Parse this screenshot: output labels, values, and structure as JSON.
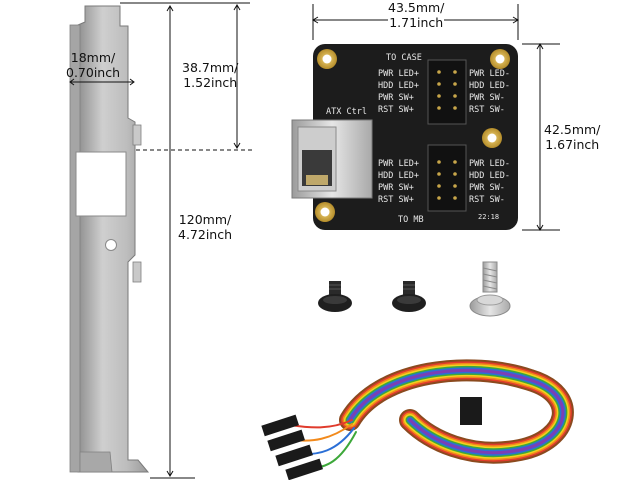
{
  "dimensions": {
    "bracket_width": {
      "mm": "18mm/",
      "inch": "0.70inch"
    },
    "bracket_slot_height": {
      "mm": "38.7mm/",
      "inch": "1.52inch"
    },
    "bracket_height": {
      "mm": "120mm/",
      "inch": "4.72inch"
    },
    "board_width": {
      "mm": "43.5mm/",
      "inch": "1.71inch"
    },
    "board_height": {
      "mm": "42.5mm/",
      "inch": "1.67inch"
    }
  },
  "board": {
    "to_case": "TO CASE",
    "atx_ctrl": "ATX Ctrl",
    "to_mb": "TO MB",
    "date_code": "22:18",
    "upper_left_pins": [
      "PWR LED+",
      "HDD LED+",
      "PWR SW+",
      "RST SW+"
    ],
    "upper_right_pins": [
      "PWR LED-",
      "HDD LED-",
      "PWR SW-",
      "RST SW-"
    ],
    "lower_left_pins": [
      "PWR LED+",
      "HDD LED+",
      "PWR SW+",
      "RST SW+"
    ],
    "lower_right_pins": [
      "PWR LED-",
      "HDD LED-",
      "PWR SW-",
      "RST SW-"
    ]
  },
  "colors": {
    "pcb": "#1c1c1c",
    "bracket": "#b8b8b8",
    "gold_pad": "#d9b44a",
    "cable": [
      "#8b4a1e",
      "#e03b2c",
      "#f28a1c",
      "#f2d21c",
      "#3da83a",
      "#2b6fd6",
      "#7b3fb5",
      "#8a8a8a",
      "#f0f0f0",
      "#222222"
    ]
  },
  "icons": [
    "screw-black-icon",
    "screw-silver-icon"
  ]
}
